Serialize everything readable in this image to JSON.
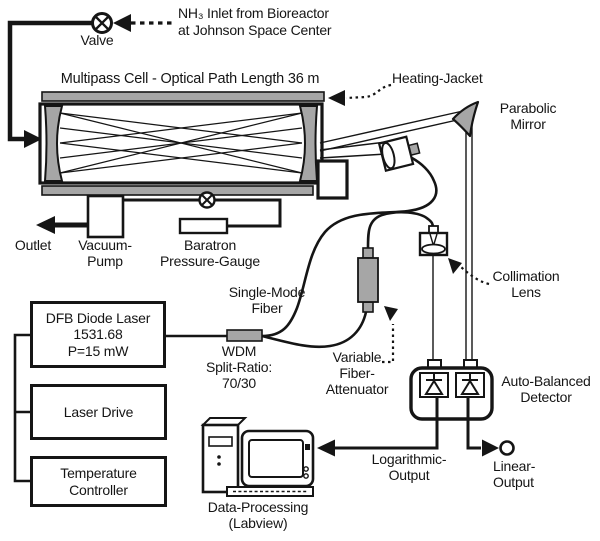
{
  "colors": {
    "ink": "#151515",
    "component_gray": "#a6a6a6",
    "background": "#ffffff"
  },
  "labels": {
    "nh3_inlet": [
      "NH₃ Inlet from Bioreactor",
      "at Johnson Space Center"
    ],
    "valve": "Valve",
    "cell_title": "Multipass Cell - Optical Path Length 36 m",
    "heating_jacket": "Heating-Jacket",
    "parabolic_mirror": [
      "Parabolic",
      "Mirror"
    ],
    "outlet": "Outlet",
    "vacuum_pump": [
      "Vacuum-",
      "Pump"
    ],
    "baratron": [
      "Baratron",
      "Pressure-Gauge"
    ],
    "single_mode_fiber": [
      "Single-Mode",
      "Fiber"
    ],
    "wdm": [
      "WDM",
      "Split-Ratio:",
      "70/30"
    ],
    "variable_attenuator": [
      "Variable",
      "Fiber-",
      "Attenuator"
    ],
    "collimation_lens": [
      "Collimation",
      "Lens"
    ],
    "auto_balanced_detector": [
      "Auto-Balanced",
      "Detector"
    ],
    "logarithmic_output": [
      "Logarithmic-",
      "Output"
    ],
    "linear_output": [
      "Linear-",
      "Output"
    ],
    "data_processing": [
      "Data-Processing",
      "(Labview)"
    ],
    "dfb_laser": [
      "DFB Diode Laser",
      "1531.68",
      "P=15 mW"
    ],
    "laser_drive": "Laser Drive",
    "temperature_controller": [
      "Temperature",
      "Controller"
    ]
  }
}
